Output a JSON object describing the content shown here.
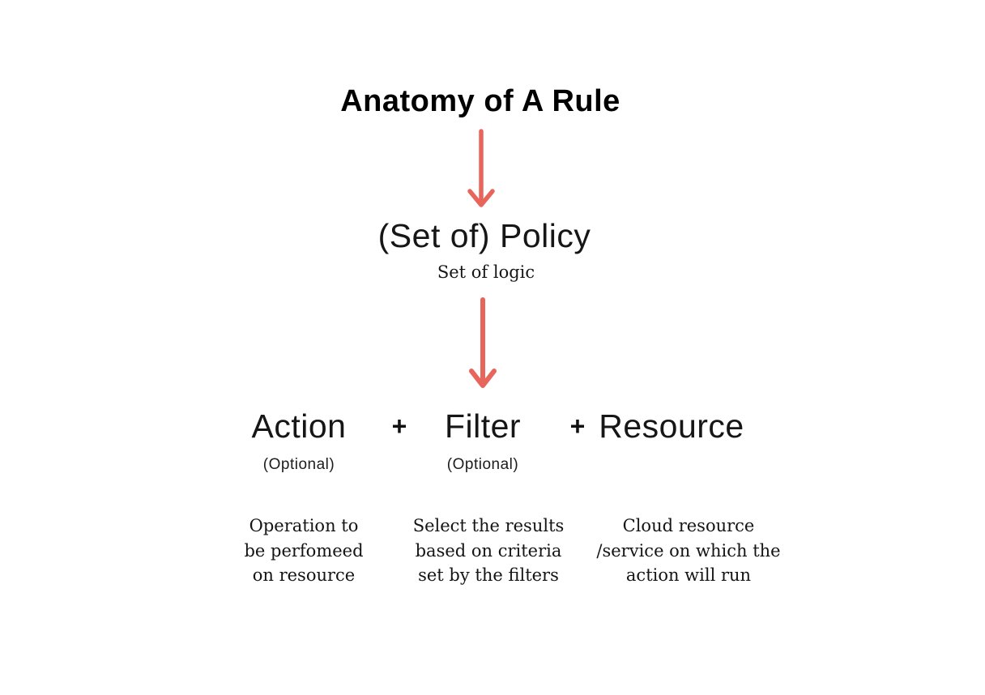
{
  "title": "Anatomy of A Rule",
  "accent_color": "#E8655C",
  "policy": {
    "heading": "(Set of) Policy",
    "subheading": "Set of logic"
  },
  "formula": {
    "action_label": "Action",
    "plus_1": "+",
    "filter_label": "Filter",
    "plus_2": "+",
    "resource_label": "Resource",
    "action_optional": "(Optional)",
    "filter_optional": "(Optional)"
  },
  "descriptions": {
    "action": "Operation to\nbe perfomeed\non resource",
    "filter": "Select the results\nbased on criteria\nset by the filters",
    "resource": "Cloud resource\n/service on which the\naction will run"
  }
}
